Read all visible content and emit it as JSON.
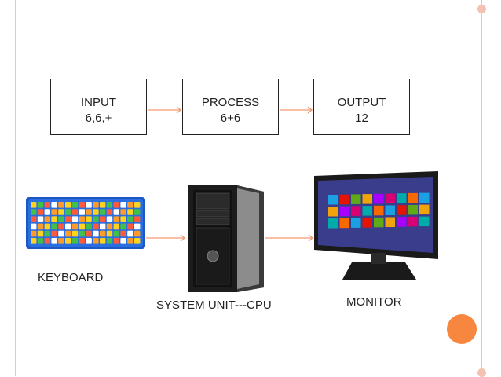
{
  "flow": {
    "input": {
      "title": "INPUT",
      "value": "6,6,+"
    },
    "process": {
      "title": "PROCESS",
      "value": "6+6"
    },
    "output": {
      "title": "OUTPUT",
      "value": "12"
    }
  },
  "devices": {
    "keyboard": "KEYBOARD",
    "system_unit": "SYSTEM UNIT---CPU",
    "monitor": "MONITOR"
  },
  "colors": {
    "arrow": "#f29a70",
    "frame": "#f3c2b0",
    "accent_circle": "#f7873f"
  }
}
